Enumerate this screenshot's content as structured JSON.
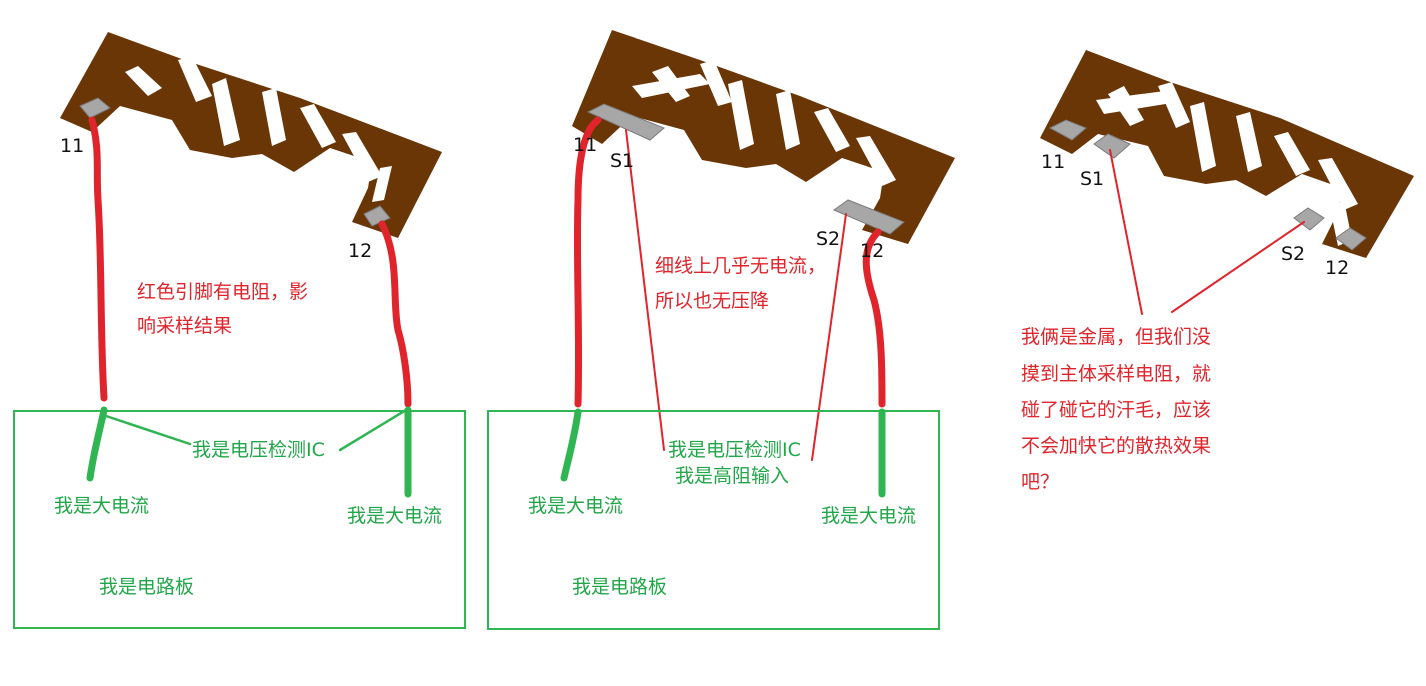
{
  "colors": {
    "copper": "#6b3606",
    "pad": "#a7a7a7",
    "red_wire": "#e0242c",
    "green_wire": "#2fb552",
    "red_text": "#e0242c",
    "green_text": "#22a64a"
  },
  "panels": [
    {
      "pin_labels": [
        "11",
        "12"
      ],
      "annotation_lines": [
        "红色引脚有电阻，影",
        "响采样结果"
      ],
      "ic_label": "我是电压检测IC",
      "current_left": "我是大电流",
      "current_right": "我是大电流",
      "board_label": "我是电路板"
    },
    {
      "pin_labels": [
        "11",
        "12"
      ],
      "sense_labels": [
        "S1",
        "S2"
      ],
      "annotation_lines": [
        "细线上几乎无电流，",
        "所以也无压降"
      ],
      "ic_label": "我是电压检测IC",
      "ic_sub_label": "我是高阻输入",
      "current_left": "我是大电流",
      "current_right": "我是大电流",
      "board_label": "我是电路板"
    },
    {
      "pin_labels": [
        "11",
        "12"
      ],
      "sense_labels": [
        "S1",
        "S2"
      ],
      "annotation_lines": [
        "我俩是金属，但我们没",
        "摸到主体采样电阻，就",
        "碰了碰它的汗毛，应该",
        "不会加快它的散热效果",
        "吧？"
      ]
    }
  ]
}
